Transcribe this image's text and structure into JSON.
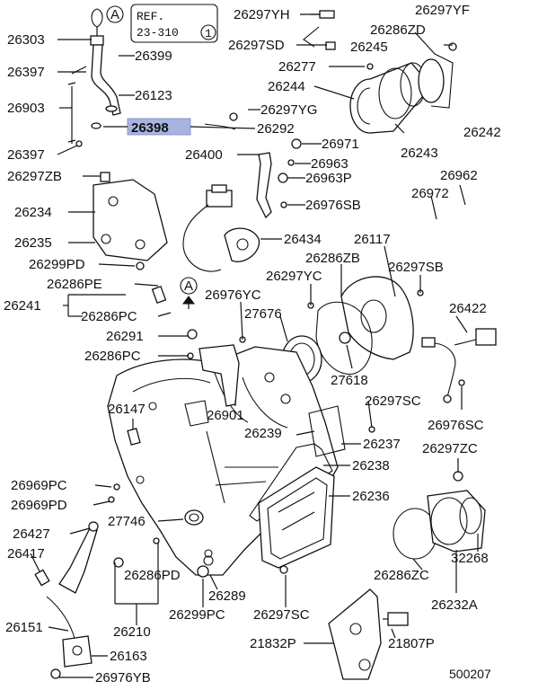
{
  "ref_box": {
    "line1": "REF.",
    "line2": "23-310",
    "circle": "1"
  },
  "markers": {
    "top": "A",
    "mid": "A"
  },
  "highlight_label": "26398",
  "diagram_code": "500207",
  "labels": [
    "26297YH",
    "26297YF",
    "26303",
    "26297SD",
    "26286ZD",
    "26245",
    "26399",
    "26397",
    "26277",
    "26244",
    "26123",
    "26903",
    "26297YG",
    "26292",
    "26242",
    "26243",
    "26971",
    "26397",
    "26400",
    "26963",
    "26297ZB",
    "26963P",
    "26962",
    "26972",
    "26976SB",
    "26234",
    "26434",
    "26117",
    "26235",
    "26286ZB",
    "26299PD",
    "26297SB",
    "26297YC",
    "26286PE",
    "26241",
    "26286PC",
    "26976YC",
    "27676",
    "26422",
    "26291",
    "26286PC",
    "27618",
    "26297SC",
    "26147",
    "26901",
    "26976SC",
    "26239",
    "26237",
    "26297ZC",
    "26238",
    "26969PC",
    "26236",
    "26969PD",
    "26427",
    "27746",
    "26417",
    "26286PD",
    "32268",
    "26286ZC",
    "26289",
    "26232A",
    "26151",
    "26210",
    "26299PC",
    "26297SC",
    "21832P",
    "21807P",
    "26163",
    "26976YB"
  ]
}
